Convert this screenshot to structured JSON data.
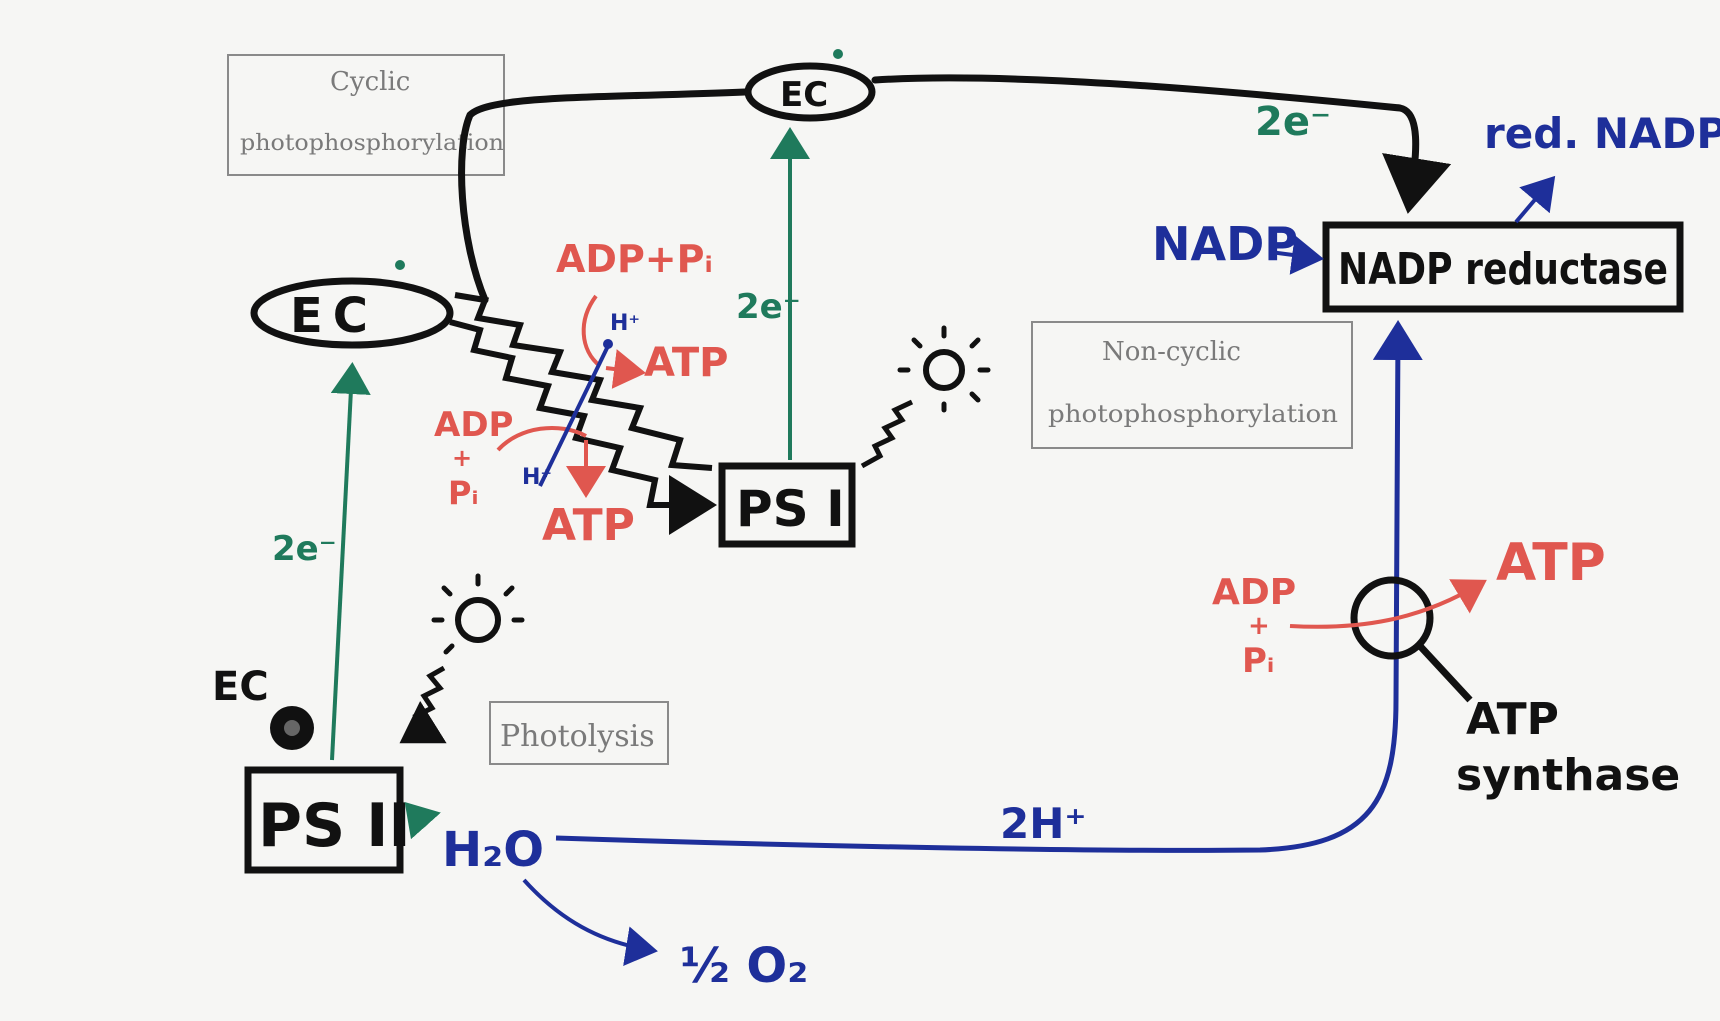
{
  "labels": {
    "cyclic_line1": "Cyclic",
    "cyclic_line2": "photophosphorylation",
    "noncyclic_line1": "Non-cyclic",
    "noncyclic_line2": "photophosphorylation",
    "photolysis": "Photolysis",
    "ec": "EC",
    "ps1": "PS I",
    "ps2": "PS II",
    "two_e_top": "2e⁻",
    "two_e_mid": "2e⁻",
    "two_e_left": "2e⁻",
    "nadp": "NADP",
    "nadp_reductase": "NADP reductase",
    "red_nadp": "red. NADP",
    "adp_pi_top": "ADP+Pᵢ",
    "atp_top": "ATP",
    "adp_left": "ADP",
    "plus": "+",
    "pi": "Pᵢ",
    "atp_left": "ATP",
    "h_plus": "H⁺",
    "h2o": "H₂O",
    "half_o2": "½ O₂",
    "two_h_plus": "2H⁺",
    "adp_right": "ADP",
    "atp_right": "ATP",
    "atp_synthase_line1": "ATP",
    "atp_synthase_line2": "synthase"
  },
  "colors": {
    "ink": "#111111",
    "electron": "#1f7a5c",
    "nadp": "#1e2f9a",
    "atp": "#e0574f",
    "pencil": "#7a7a7a"
  }
}
